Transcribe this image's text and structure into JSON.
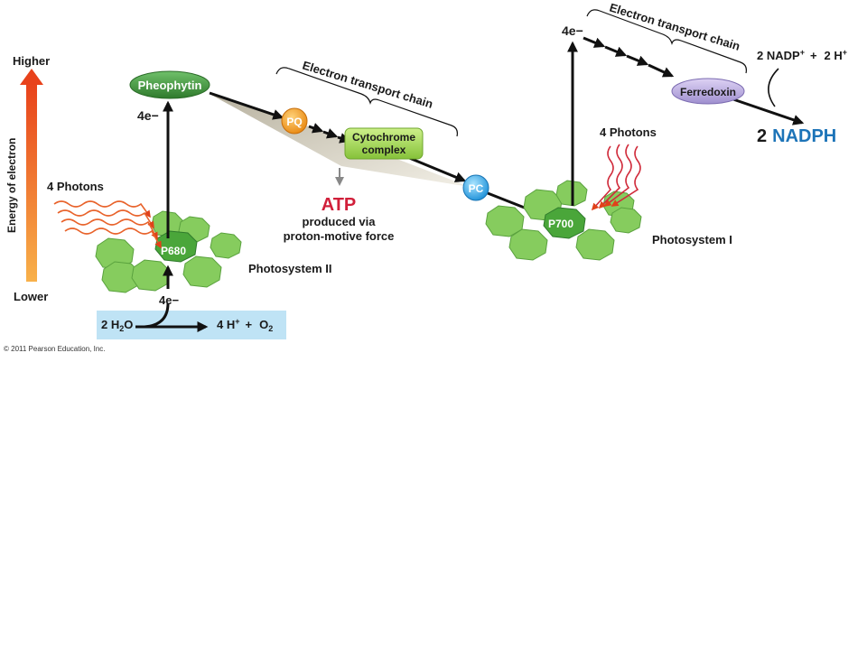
{
  "axis": {
    "higher": "Higher",
    "lower": "Lower",
    "title": "Energy of electron"
  },
  "photosystem2": {
    "name": "Photosystem II",
    "reaction_center": "P680",
    "photons": "4 Photons",
    "electrons_in": "4e−",
    "electrons_out": "4e−",
    "water": {
      "lhs_coeff": "2 H",
      "lhs_sub": "2",
      "lhs_tail": "O",
      "product_h": "4 H",
      "product_h_sup": "+",
      "plus": "+",
      "o2": "O",
      "o2_sub": "2"
    }
  },
  "etc1": {
    "label": "Electron transport chain",
    "pheophytin": "Pheophytin",
    "pq": "PQ",
    "cytochrome_line1": "Cytochrome",
    "cytochrome_line2": "complex",
    "pc": "PC",
    "atp": "ATP",
    "atp_line1": "produced via",
    "atp_line2": "proton-motive force"
  },
  "photosystem1": {
    "name": "Photosystem I",
    "reaction_center": "P700",
    "photons": "4 Photons",
    "electrons_out": "4e−"
  },
  "etc2": {
    "label": "Electron transport chain",
    "ferredoxin": "Ferredoxin",
    "nadp_left": "2 NADP",
    "nadp_sup": "+",
    "nadp_plus": "+",
    "nadp_h": "2 H",
    "nadp_h_sup": "+",
    "product_coeff": "2",
    "product_name": "NADPH"
  },
  "copyright": "© 2011 Pearson Education, Inc.",
  "colors": {
    "arrow_orange": "#f07a1e",
    "pheophytin": "#3e8f3a",
    "pq": "#f0a020",
    "cytochrome": "#9ed64a",
    "pc": "#3aa8e8",
    "ferredoxin": "#b9a8dc",
    "water_band": "#bfe3f5",
    "atp_red": "#d11f3a",
    "nadph_blue": "#1d74b8",
    "leaf_green": "#7cc75a"
  }
}
